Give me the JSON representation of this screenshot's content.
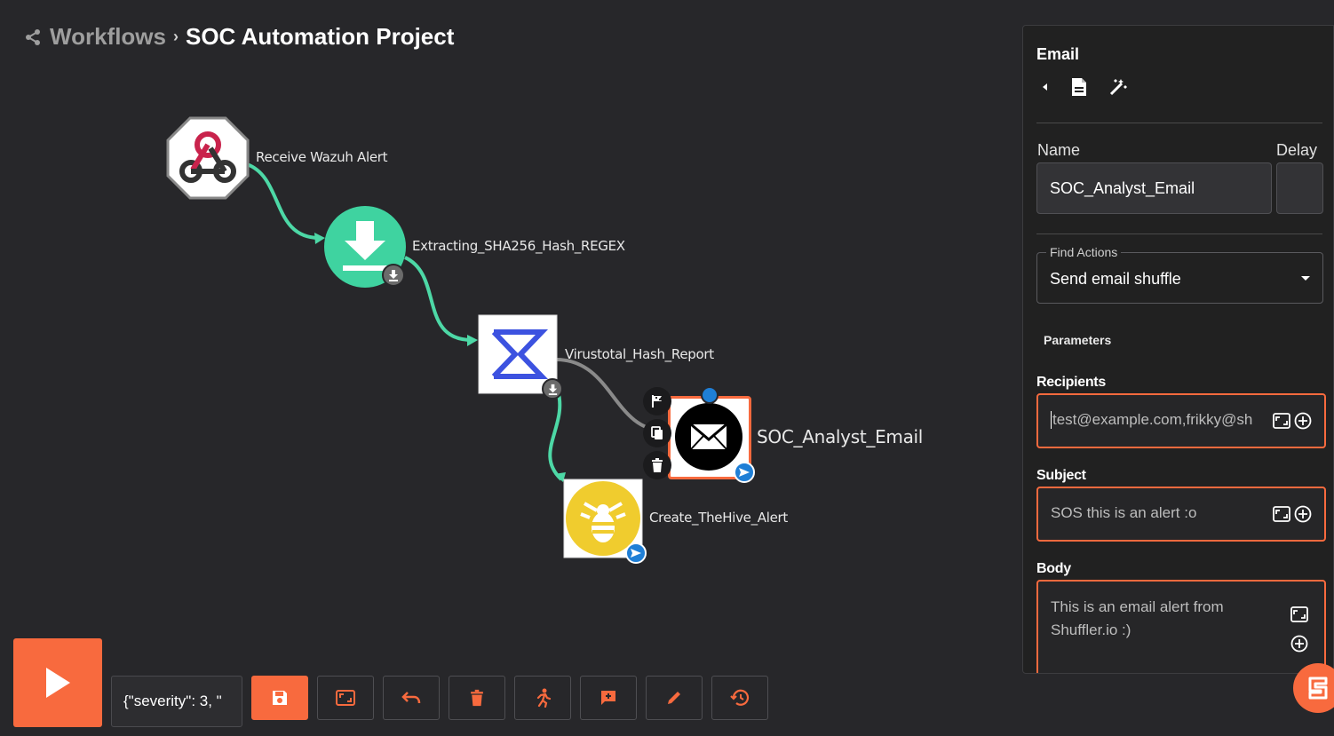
{
  "header": {
    "breadcrumb_root": "Workflows",
    "separator": "›",
    "title": "SOC Automation Project"
  },
  "nodes": [
    {
      "id": "webhook",
      "label": "Receive Wazuh Alert",
      "icon": "webhook-icon"
    },
    {
      "id": "regex",
      "label": "Extracting_SHA256_Hash_REGEX",
      "icon": "download-icon"
    },
    {
      "id": "virustotal",
      "label": "Virustotal_Hash_Report",
      "icon": "virustotal-icon"
    },
    {
      "id": "email",
      "label": "SOC_Analyst_Email",
      "icon": "email-icon"
    },
    {
      "id": "thehive",
      "label": "Create_TheHive_Alert",
      "icon": "thehive-bee-icon"
    }
  ],
  "toolbar": {
    "execution_argument": "{\"severity\": 3, \""
  },
  "panel": {
    "title": "Email",
    "name_label": "Name",
    "delay_label": "Delay",
    "name_value": "SOC_Analyst_Email",
    "delay_value": "",
    "find_actions_label": "Find Actions",
    "find_actions_value": "Send email shuffle",
    "parameters_label": "Parameters",
    "params": [
      {
        "label": "Recipients",
        "value": "test@example.com,frikky@sh"
      },
      {
        "label": "Subject",
        "value": "SOS this is an alert :o"
      },
      {
        "label": "Body",
        "value": "This is an email alert from Shuffler.io :)"
      }
    ]
  },
  "colors": {
    "accent": "#f86a3e",
    "edge": "#4dd8a6",
    "edge_muted": "#8a8a8a",
    "regex_node": "#3fd3a0",
    "virustotal_node": "#3c52e0",
    "thehive_node": "#f0cc2e",
    "webhook_node": "#c9234c",
    "info_blue": "#1f7fd6"
  }
}
